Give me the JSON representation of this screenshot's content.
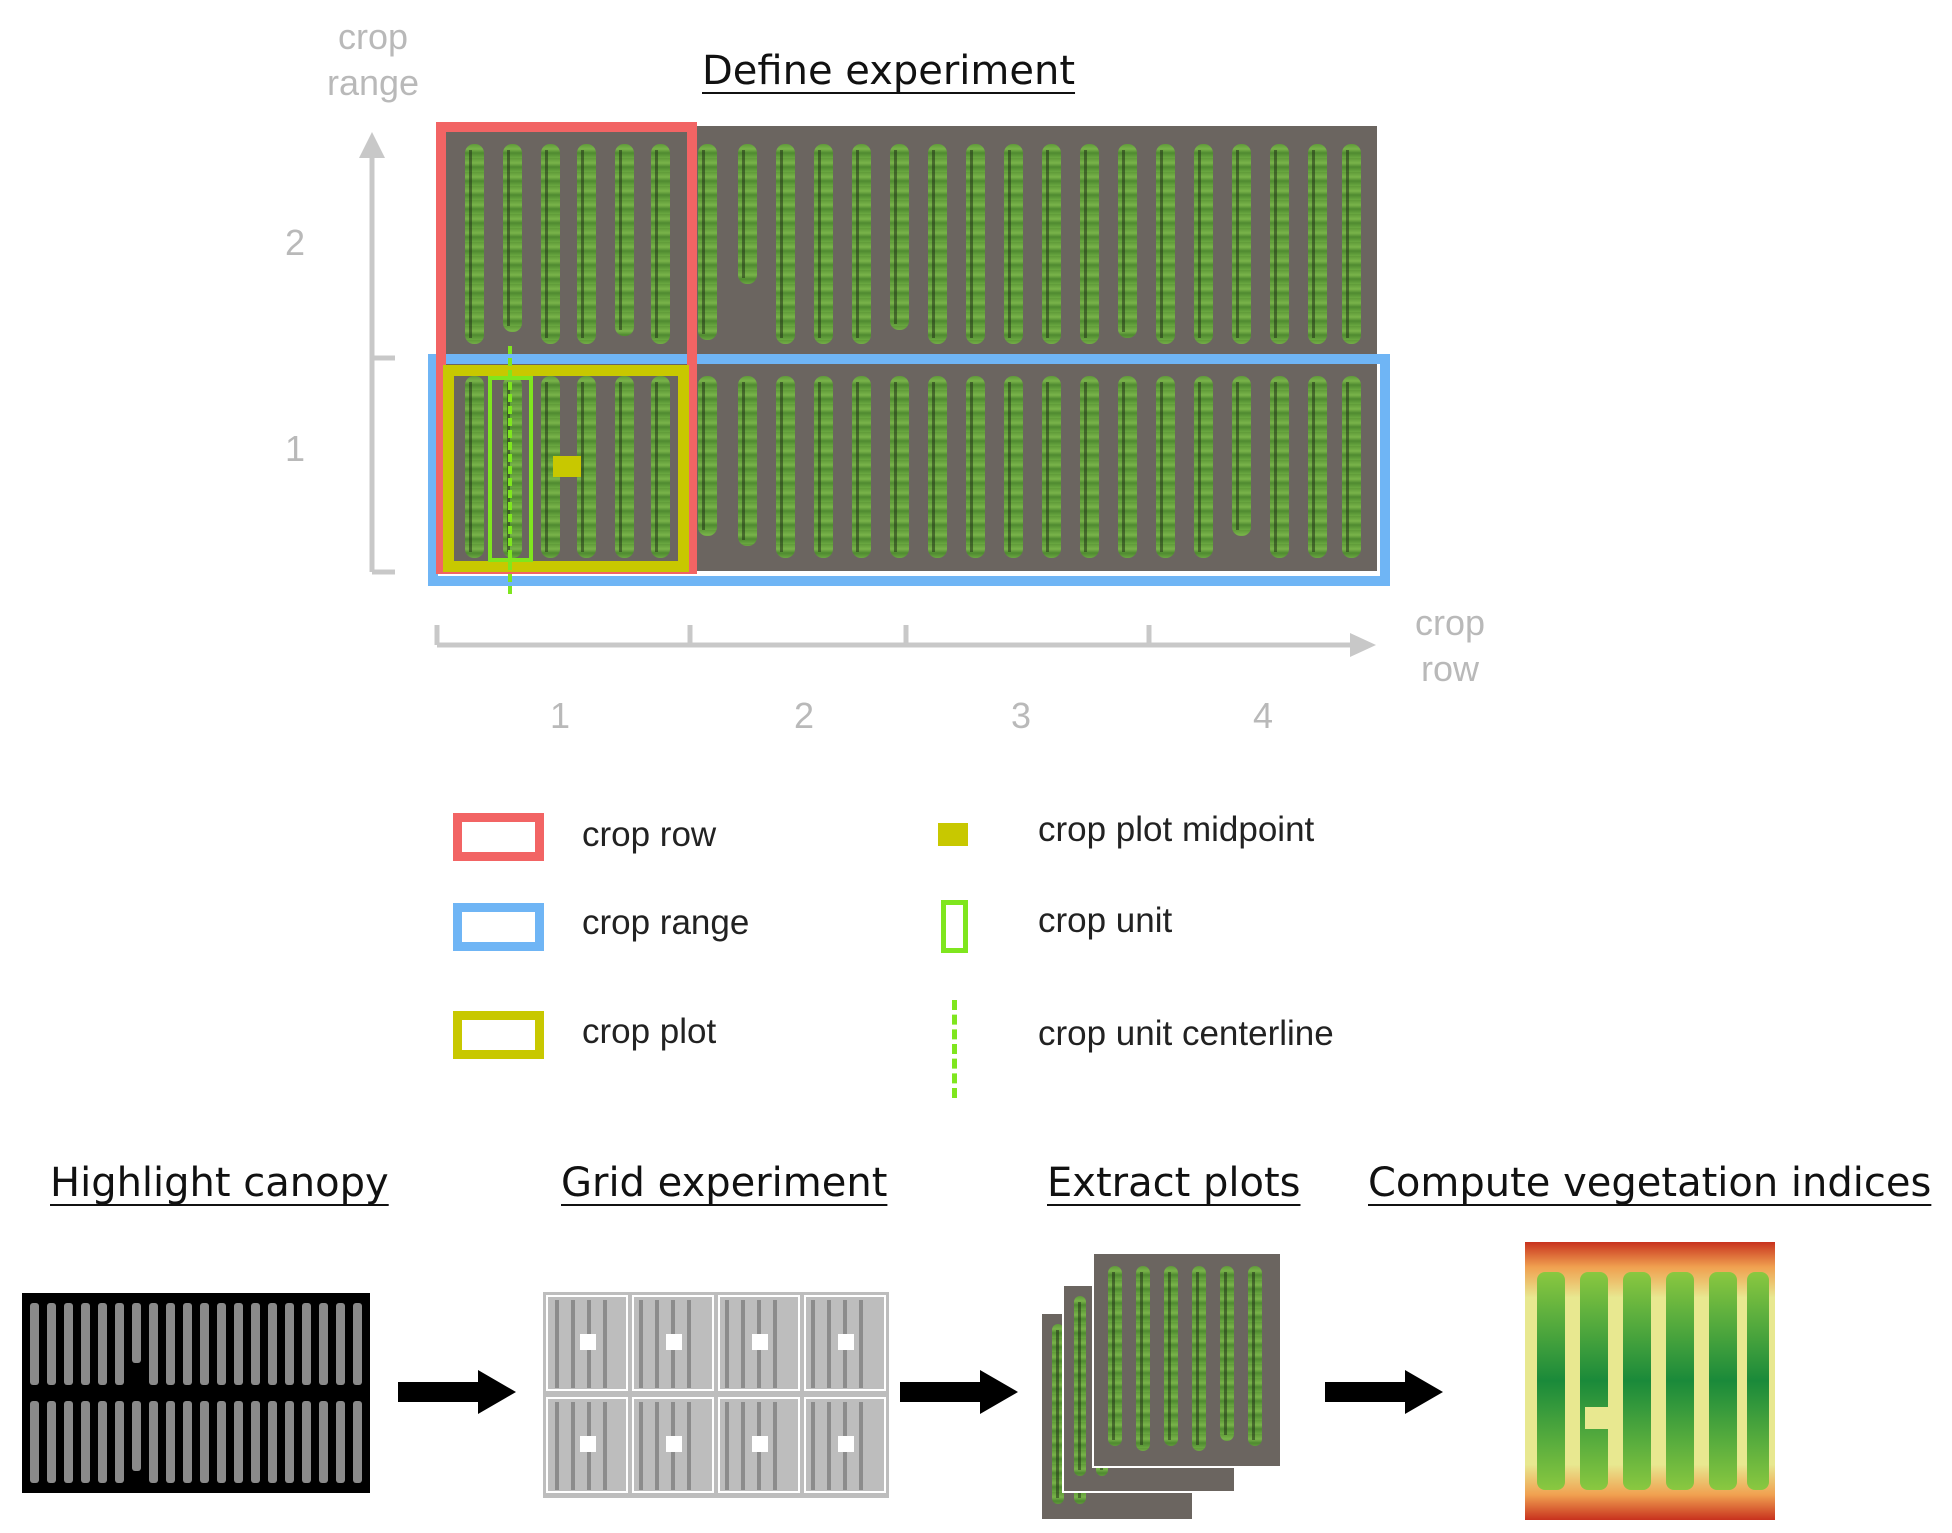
{
  "titles": {
    "define": "Define experiment",
    "highlight": "Highlight canopy",
    "grid": "Grid experiment",
    "extract": "Extract plots",
    "compute": "Compute vegetation indices"
  },
  "axes": {
    "y_label_line1": "crop",
    "y_label_line2": "range",
    "x_label_line1": "crop",
    "x_label_line2": "row",
    "y_ticks": [
      "2",
      "1"
    ],
    "x_ticks": [
      "1",
      "2",
      "3",
      "4"
    ]
  },
  "legend": {
    "crop_row": "crop row",
    "crop_range": "crop range",
    "crop_plot": "crop plot",
    "crop_plot_midpoint": "crop plot midpoint",
    "crop_unit": "crop unit",
    "crop_unit_centerline": "crop unit centerline"
  },
  "colors": {
    "crop_row": "#f26464",
    "crop_range": "#6fb5f5",
    "crop_plot": "#c8c800",
    "midpoint": "#c8c800",
    "crop_unit": "#7fe61e",
    "axis": "#c8c8c8",
    "arrow": "#000000"
  },
  "icons": {
    "flow_arrow": "right-arrow-icon"
  }
}
